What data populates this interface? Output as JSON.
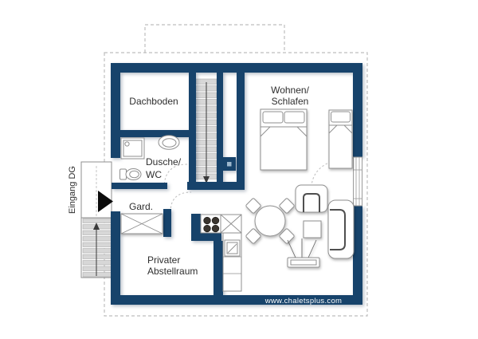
{
  "rooms": {
    "attic": {
      "name": "Dachboden"
    },
    "living": {
      "line1": "Wohnen/",
      "line2": "Schlafen"
    },
    "bath": {
      "line1": "Dusche/",
      "line2": "WC"
    },
    "wardrobe": {
      "name": "Gard."
    },
    "storage": {
      "line1": "Privater",
      "line2": "Abstellraum"
    }
  },
  "entrance": {
    "label": "Eingang DG"
  },
  "watermark": {
    "text": "www.chaletsplus.com"
  },
  "symbols": [
    "double-bed",
    "single-bed",
    "dining-table-with-chairs",
    "armchair",
    "side-table",
    "sofa",
    "tv-sideboard",
    "wardrobe-cabinet",
    "stove-four-burners",
    "corner-cabinet",
    "kitchen-sink",
    "shower",
    "washbasin",
    "toilet",
    "interior-staircase",
    "exterior-staircase",
    "chimney",
    "entrance-arrow",
    "window-door",
    "roof-outline"
  ],
  "colors": {
    "wall": "#17436b",
    "watermark_text": "#ffffff",
    "entrance_arrow": "#0c0c0c",
    "burner": "#39342e",
    "chimney_dot": "#9db7cc",
    "text": "#2e2e2e",
    "dashed_outline": "#bdbdbd"
  }
}
